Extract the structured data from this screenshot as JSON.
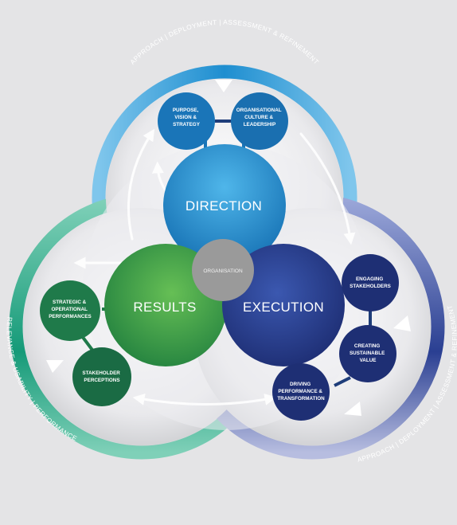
{
  "ring_labels": {
    "top": "APPROACH | DEPLOYMENT | ASSESSMENT & REFINEMENT",
    "left": "RELEVANCE & USABILITY | PERFORMANCE",
    "right": "APPROACH | DEPLOYMENT | ASSESSMENT & REFINEMENT"
  },
  "main_circles": {
    "direction": "DIRECTION",
    "results": "RESULTS",
    "execution": "EXECUTION"
  },
  "center": "ORGANISATION",
  "criteria": {
    "purpose": [
      "PURPOSE,",
      "VISION &",
      "STRATEGY"
    ],
    "culture": [
      "ORGANISATIONAL",
      "CULTURE &",
      "LEADERSHIP"
    ],
    "engaging": [
      "ENGAGING",
      "STAKEHOLDERS"
    ],
    "creating": [
      "CREATING",
      "SUSTAINABLE",
      "VALUE"
    ],
    "driving": [
      "DRIVING",
      "PERFORMANCE &",
      "TRANSFORMATION"
    ],
    "strategic": [
      "STRATEGIC &",
      "OPERATIONAL",
      "PERFORMANCES"
    ],
    "perceptions": [
      "STAKEHOLDER",
      "PERCEPTIONS"
    ]
  },
  "colors": {
    "background": "#e4e4e6",
    "direction_blue": "#1d8fd0",
    "results_green": "#3c9b4b",
    "execution_navy": "#263d8f",
    "small_blue": "#1a75b8",
    "small_navy": "#1e2f74",
    "small_green": "#1f7a4a",
    "center_grey": "#9a9a9a"
  },
  "icons": [
    "triangle-marker-icon",
    "arrow-icon"
  ]
}
